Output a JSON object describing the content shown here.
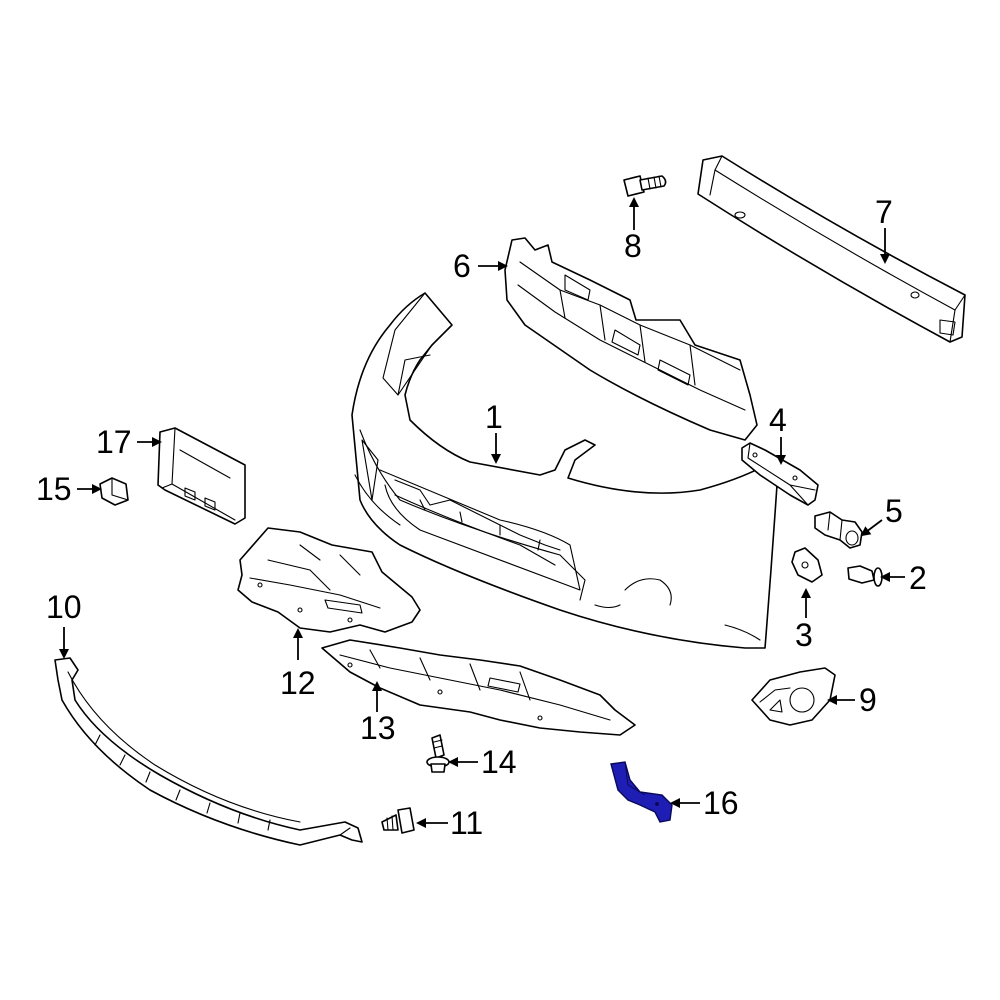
{
  "colors": {
    "line": "#000000",
    "background": "#ffffff",
    "highlight": "#1e1eb4"
  },
  "highlighted_part": "16",
  "callouts": [
    {
      "id": "1",
      "label": "1"
    },
    {
      "id": "2",
      "label": "2"
    },
    {
      "id": "3",
      "label": "3"
    },
    {
      "id": "4",
      "label": "4"
    },
    {
      "id": "5",
      "label": "5"
    },
    {
      "id": "6",
      "label": "6"
    },
    {
      "id": "7",
      "label": "7"
    },
    {
      "id": "8",
      "label": "8"
    },
    {
      "id": "9",
      "label": "9"
    },
    {
      "id": "10",
      "label": "10"
    },
    {
      "id": "11",
      "label": "11"
    },
    {
      "id": "12",
      "label": "12"
    },
    {
      "id": "13",
      "label": "13"
    },
    {
      "id": "14",
      "label": "14"
    },
    {
      "id": "15",
      "label": "15"
    },
    {
      "id": "16",
      "label": "16"
    },
    {
      "id": "17",
      "label": "17"
    }
  ]
}
